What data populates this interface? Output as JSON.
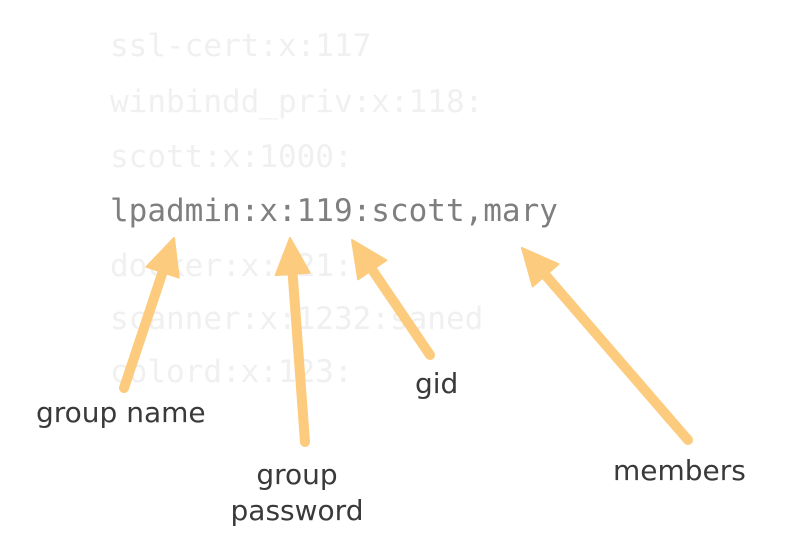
{
  "lines": [
    "ssl-cert:x:117",
    "winbindd_priv:x:118:",
    "scott:x:1000:",
    "lpadmin:x:119:scott,mary",
    "docker:x:121:",
    "scanner:x:1232:saned",
    "colord:x:123:"
  ],
  "labels": {
    "group_name": "group name",
    "group_password_line1": "group",
    "group_password_line2": "password",
    "gid": "gid",
    "members": "members"
  },
  "colors": {
    "arrow": "#fccb7e",
    "focus_text": "#7f7f7f",
    "faded_text": "#f0f0f0",
    "label_text": "#3a3a3a"
  }
}
